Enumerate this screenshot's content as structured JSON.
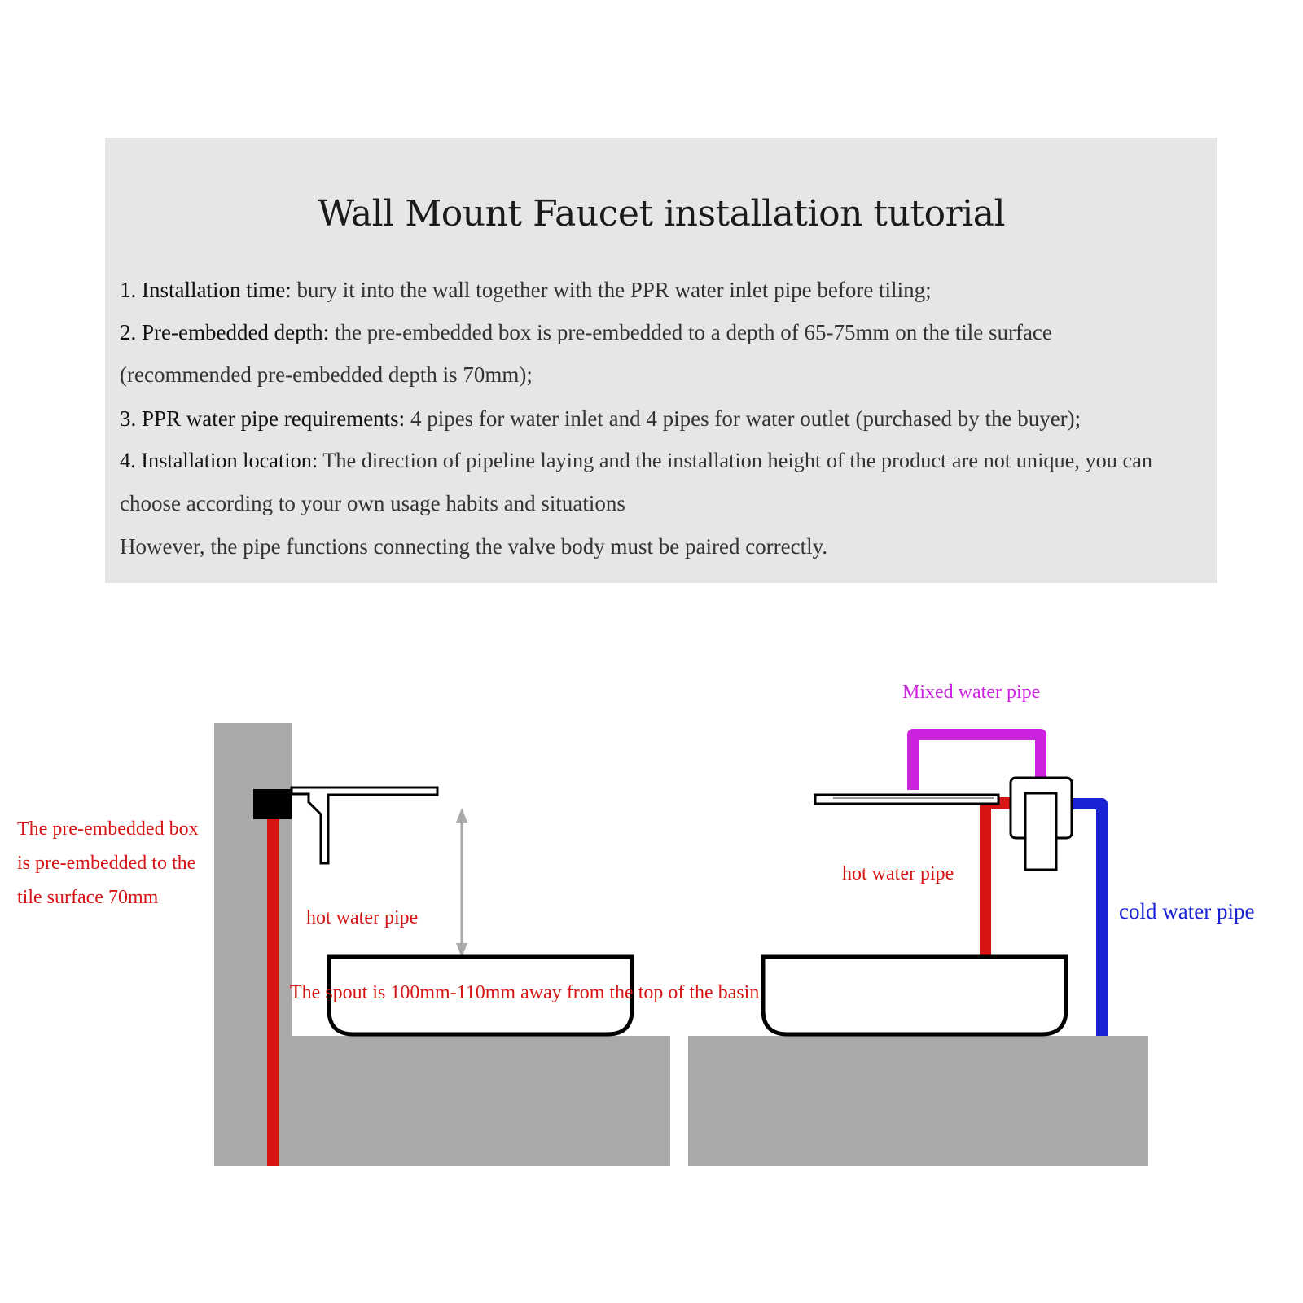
{
  "tutorial": {
    "title": "Wall Mount Faucet installation tutorial",
    "steps": [
      {
        "lead": "1. Installation time:",
        "text": " bury it into the wall together with the PPR water inlet pipe before tiling;"
      },
      {
        "lead": "2. Pre-embedded depth:",
        "text": " the pre-embedded box is pre-embedded to a depth of 65-75mm on the tile surface"
      },
      {
        "lead": "",
        "text": "(recommended pre-embedded depth is 70mm);"
      },
      {
        "lead": "3. PPR water pipe requirements:",
        "text": " 4 pipes for water inlet and 4 pipes for water outlet (purchased by the buyer);"
      },
      {
        "lead": "4. Installation location:",
        "text": " The direction of pipeline laying and the installation height of the product are not unique, you can"
      },
      {
        "lead": "",
        "text": "choose according to your own usage habits and situations"
      },
      {
        "lead": "",
        "text": "However, the pipe functions connecting the valve body must be paired correctly."
      }
    ]
  },
  "left_diagram": {
    "box_label_lines": [
      "The pre-embedded box",
      "is pre-embedded to the",
      "tile surface 70mm"
    ],
    "hot_label": "hot water pipe",
    "spout_note": "The spout is 100mm-110mm away from the top of the basin"
  },
  "right_diagram": {
    "mixed_label": "Mixed water pipe",
    "hot_label": "hot water pipe",
    "cold_label": "cold water pipe"
  },
  "colors": {
    "hot": "#d61414",
    "cold": "#1a22d6",
    "mixed": "#cc22e0",
    "wall": "#a9a9a9"
  }
}
